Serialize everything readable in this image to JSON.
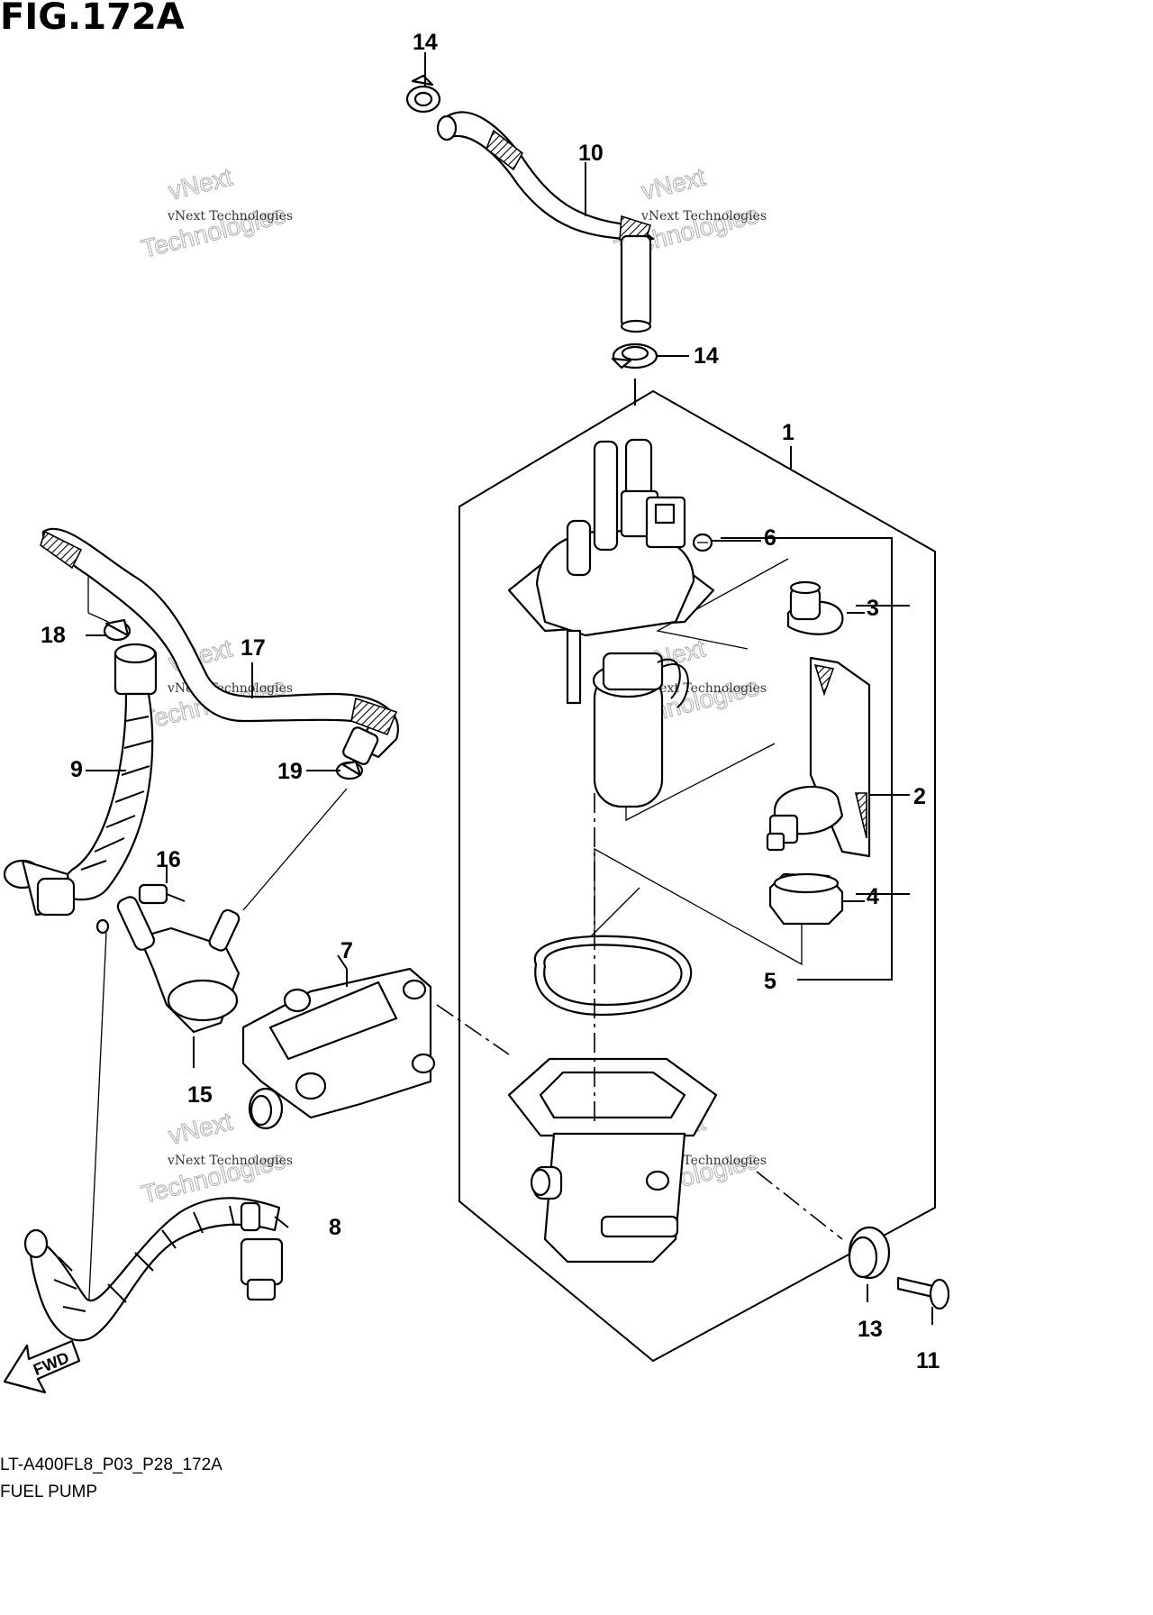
{
  "figure": {
    "title": "FIG.172A",
    "diagram_code": "LT-A400FL8_P03_P28_172A",
    "section_name": "FUEL PUMP",
    "fwd_label": "FWD"
  },
  "watermark": {
    "small_text": "vNext Technologies",
    "big_text_top": "vNext",
    "big_text_bottom": "Technologies"
  },
  "callouts": {
    "c1": "1",
    "c2": "2",
    "c3": "3",
    "c4": "4",
    "c5": "5",
    "c6": "6",
    "c7": "7",
    "c8": "8",
    "c9": "9",
    "c10": "10",
    "c11": "11",
    "c13": "13",
    "c14a": "14",
    "c14b": "14",
    "c15": "15",
    "c16": "16",
    "c17": "17",
    "c18": "18",
    "c19": "19"
  }
}
